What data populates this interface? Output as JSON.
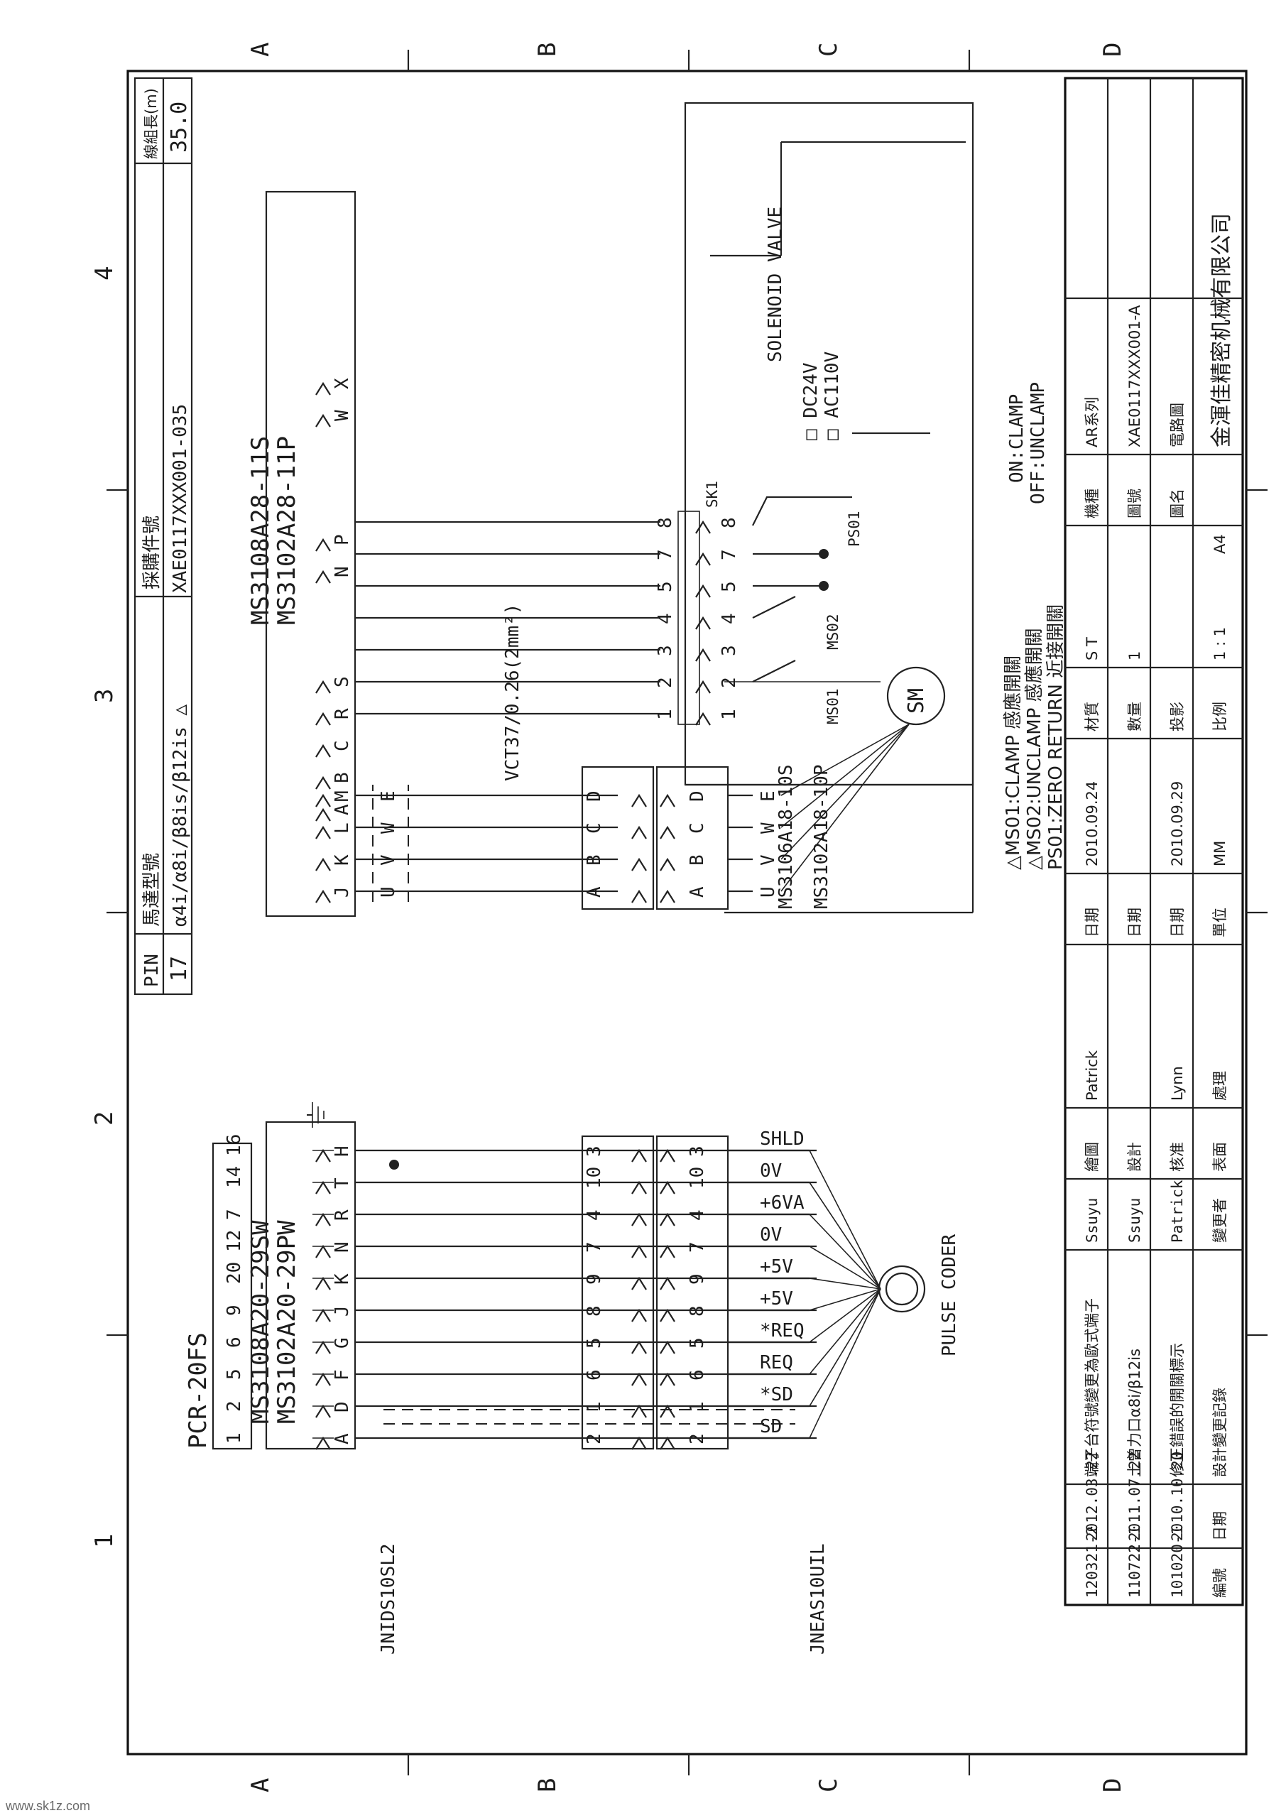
{
  "watermark": "www.sk1z.com",
  "frame": {
    "zones_rows": [
      "A",
      "B",
      "C",
      "D"
    ],
    "zones_cols": [
      "1",
      "2",
      "3",
      "4"
    ]
  },
  "pcr_connector": {
    "title": "PCR-20FS",
    "pins": [
      "1",
      "2",
      "5",
      "6",
      "9",
      "20",
      "12",
      "7",
      "14",
      "16"
    ]
  },
  "ms_encoder": {
    "line1": "MS3108A20-29SW",
    "line2": "MS3102A20-29PW",
    "pins": [
      "A",
      "D",
      "F",
      "G",
      "J",
      "K",
      "N",
      "R",
      "T",
      "H"
    ]
  },
  "encoder_terminal": {
    "pins_top": [
      "2",
      "1",
      "6",
      "5",
      "8",
      "9",
      "7",
      "4",
      "10",
      "3"
    ],
    "pins_bottom": [
      "2",
      "1",
      "6",
      "5",
      "8",
      "9",
      "7",
      "4",
      "10",
      "3"
    ],
    "signals": [
      "SD",
      "*SD",
      "REQ",
      "*REQ",
      "+5V",
      "+5V",
      "0V",
      "+6VA",
      "0V",
      "SHLD"
    ],
    "label_left": "JNIDS10SL2",
    "label_right": "JNEAS10UIL",
    "pulse_coder": "PULSE CODER"
  },
  "ms_power": {
    "line1": "MS3108A28-11S",
    "line2": "MS3102A28-11P",
    "pins_row1": [
      "A",
      "B",
      "C",
      "R",
      "S",
      "N",
      "P",
      "W",
      "X"
    ],
    "pins_row2": [
      "J",
      "K",
      "L",
      "M"
    ],
    "uvwe": [
      "U",
      "V",
      "W",
      "E"
    ]
  },
  "motor_connector": {
    "pins": [
      "A",
      "B",
      "C",
      "D"
    ],
    "uvwe": [
      "U",
      "V",
      "W",
      "E"
    ],
    "label_plug": "MS3106A18-10S",
    "label_recept": "MS3102A18-10P",
    "cable": "VCT37/0.26(2mm²)",
    "motor": "SM"
  },
  "switches": {
    "terminals_a": [
      "1",
      "2",
      "3",
      "4",
      "5",
      "7",
      "8"
    ],
    "terminals_b": [
      "1",
      "2",
      "3",
      "4",
      "5",
      "7",
      "8"
    ],
    "ms01": "MS01",
    "ms02": "MS02",
    "ps01": "PS01",
    "sk1": "SK1",
    "valve_title": "SOLENOID VALVE",
    "dc24": "□ DC24V",
    "ac110": "□ AC110V",
    "on": "ON:CLAMP",
    "off": "OFF:UNCLAMP"
  },
  "notes": {
    "ms01": "△MS01:CLAMP 感應開關",
    "ms02": "△MS02:UNCLAMP 感應開關",
    "ps01": "PS01:ZERO RETURN 近接開關"
  },
  "pin_table": {
    "h_pin": "PIN",
    "h_model": "馬達型號",
    "h_part": "採購件號",
    "h_len": "線組長(m)",
    "pin": "17",
    "model": "α4i/α8i/β8is/β12is △",
    "part": "XAE0117XXX001-035",
    "len": "35.0"
  },
  "title_block": {
    "rev_rows": [
      {
        "no": "120321-2",
        "date": "2012.03.22",
        "desc": "端子台符號變更為歐式端子",
        "by": "Ssuyu"
      },
      {
        "no": "110722-1",
        "date": "2011.07.22",
        "desc": "土曾力口α8i/β12is",
        "by": "Ssuyu"
      },
      {
        "no": "101020-1",
        "date": "2010.10.20",
        "desc": "修正錯誤的開關標示",
        "by": "Patrick"
      }
    ],
    "rev_head_no": "編號",
    "rev_head_date": "日期",
    "rev_head_desc": "設計變更記錄",
    "rev_head_by": "變更者",
    "draw_l": "繪圖",
    "draw_v": "Patrick",
    "draw_dl": "日期",
    "draw_d": "2010.09.24",
    "design_l": "設計",
    "design_dl": "日期",
    "check_l": "核准",
    "check_v": "Lynn",
    "check_dl": "日期",
    "check_d": "2010.09.29",
    "surface_l": "表面",
    "unit_l": "單位",
    "unit_v": "MM",
    "process_l": "處理",
    "scale_l": "比例",
    "scale_v": "1 : 1",
    "size_v": "A4",
    "material_l": "材質",
    "material_v": "S T",
    "qty_l": "數量",
    "qty_v": "1",
    "proj_l": "投影",
    "model_l": "機種",
    "model_v": "AR系列",
    "dwgno_l": "圖號",
    "dwgno_v": "XAE0117XXX001-A",
    "dwgname_l": "圖名",
    "dwgname_v": "電路圖",
    "company": "金渾佳精密机械有限公司"
  }
}
